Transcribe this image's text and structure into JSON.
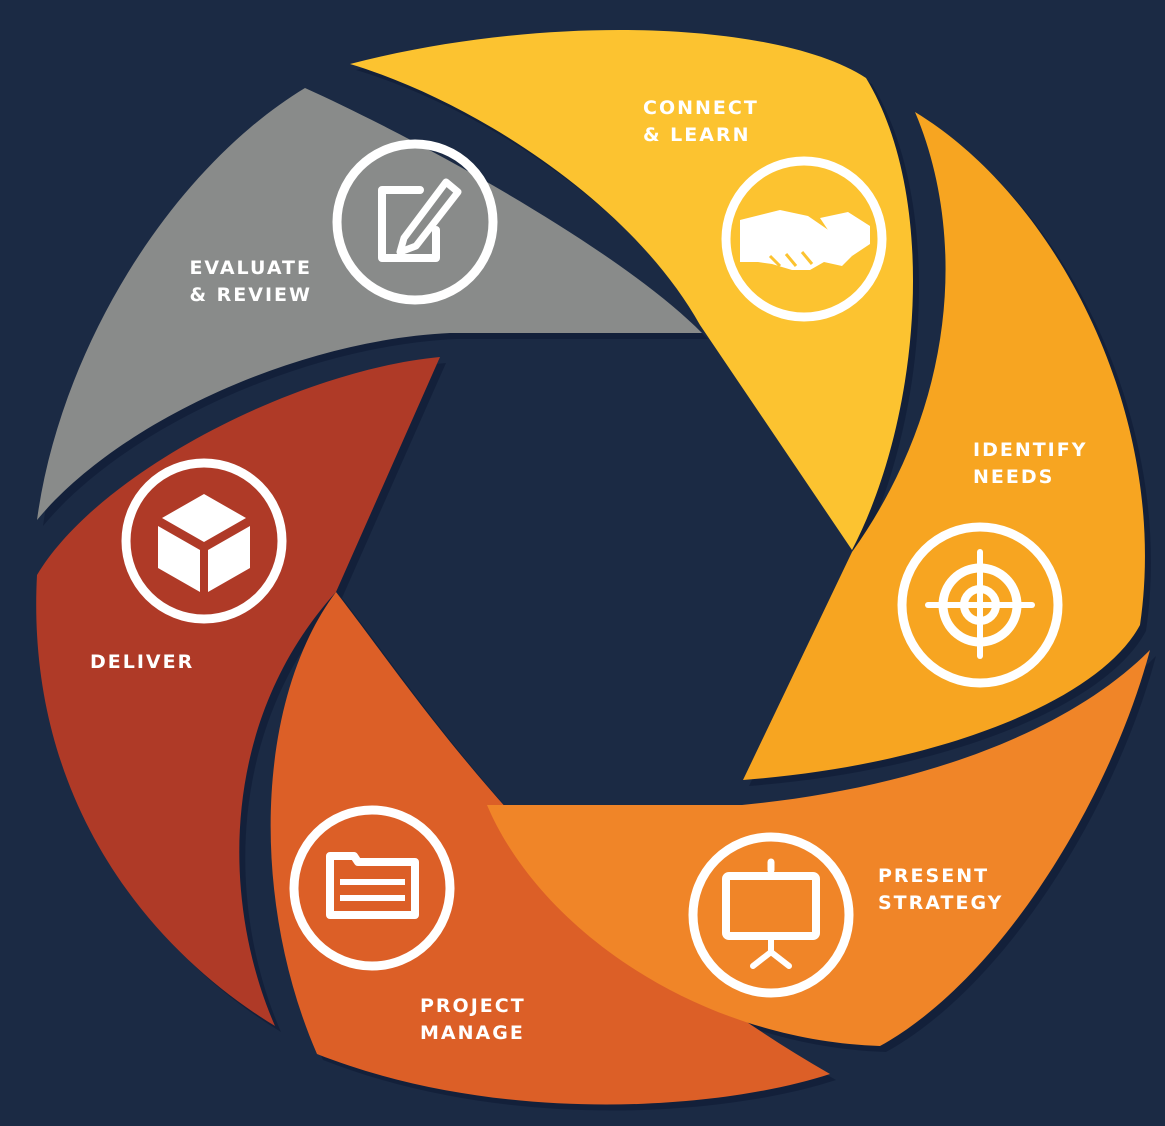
{
  "colors": {
    "background": "#1b2a44",
    "connect_learn": "#fcc330",
    "identify_needs": "#f7a521",
    "present_strategy": "#f08528",
    "project_manage": "#dc5f27",
    "deliver": "#af3a27",
    "evaluate_review": "#898b8a",
    "icon_stroke": "#ffffff"
  },
  "steps": [
    {
      "id": "connect_learn",
      "line1": "CONNECT",
      "line2": "& LEARN",
      "icon": "handshake-icon"
    },
    {
      "id": "identify_needs",
      "line1": "IDENTIFY",
      "line2": "NEEDS",
      "icon": "target-icon"
    },
    {
      "id": "present_strategy",
      "line1": "PRESENT",
      "line2": "STRATEGY",
      "icon": "presentation-board-icon"
    },
    {
      "id": "project_manage",
      "line1": "PROJECT",
      "line2": "MANAGE",
      "icon": "folder-icon"
    },
    {
      "id": "deliver",
      "line1": "DELIVER",
      "line2": "",
      "icon": "box-icon"
    },
    {
      "id": "evaluate_review",
      "line1": "EVALUATE",
      "line2": "& REVIEW",
      "icon": "edit-icon"
    }
  ]
}
